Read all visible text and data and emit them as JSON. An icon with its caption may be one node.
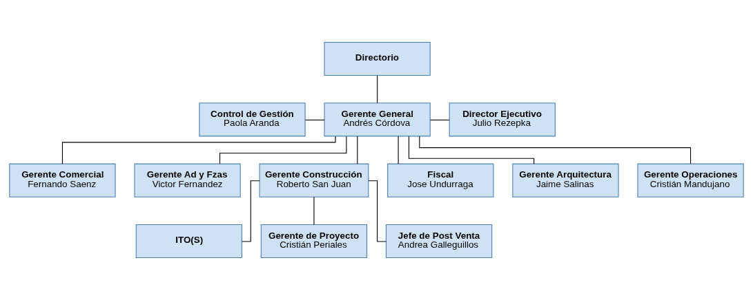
{
  "diagram": {
    "nodes": [
      {
        "text": [
          "Directorio"
        ]
      },
      {
        "text": [
          "Control de Gestión",
          "Paola Aranda"
        ]
      },
      {
        "text": [
          "Gerente General",
          "Andrés Córdova"
        ]
      },
      {
        "text": [
          "Director Ejecutivo",
          "Julio Rezepka"
        ]
      },
      {
        "text": [
          "Gerente Comercial",
          "Fernando Saenz"
        ]
      },
      {
        "text": [
          "Gerente Ad y Fzas",
          "Victor Fernandez"
        ]
      },
      {
        "text": [
          "Gerente Construcción",
          "Roberto San Juan"
        ]
      },
      {
        "text": [
          "Fiscal",
          "Jose Undurraga"
        ]
      },
      {
        "text": [
          "Gerente Arquitectura",
          "Jaime Salinas"
        ]
      },
      {
        "text": [
          "Gerente Operaciones",
          "Cristián Mandujano"
        ]
      },
      {
        "text": [
          "ITO(S)"
        ]
      },
      {
        "text": [
          "Gerente de Proyecto",
          "Cristián Periales"
        ]
      },
      {
        "text": [
          "Jefe de Post Venta",
          "Andrea Galleguillos"
        ]
      }
    ],
    "edges": [
      {
        "from": 0,
        "to": 2,
        "arrow": "none"
      },
      {
        "from": 1,
        "to": 2,
        "arrow": "none"
      },
      {
        "from": 2,
        "to": 3,
        "arrow": "none"
      },
      {
        "from": 2,
        "to": 4,
        "arrow": "none"
      },
      {
        "from": 2,
        "to": 5,
        "arrow": "none"
      },
      {
        "from": 2,
        "to": 6,
        "arrow": "none"
      },
      {
        "from": 2,
        "to": 7,
        "arrow": "none"
      },
      {
        "from": 2,
        "to": 8,
        "arrow": "none"
      },
      {
        "from": 2,
        "to": 9,
        "arrow": "none"
      },
      {
        "from": 6,
        "to": 10,
        "arrow": "none"
      },
      {
        "from": 6,
        "to": 11,
        "arrow": "none"
      },
      {
        "from": 6,
        "to": 12,
        "arrow": "none"
      }
    ]
  }
}
